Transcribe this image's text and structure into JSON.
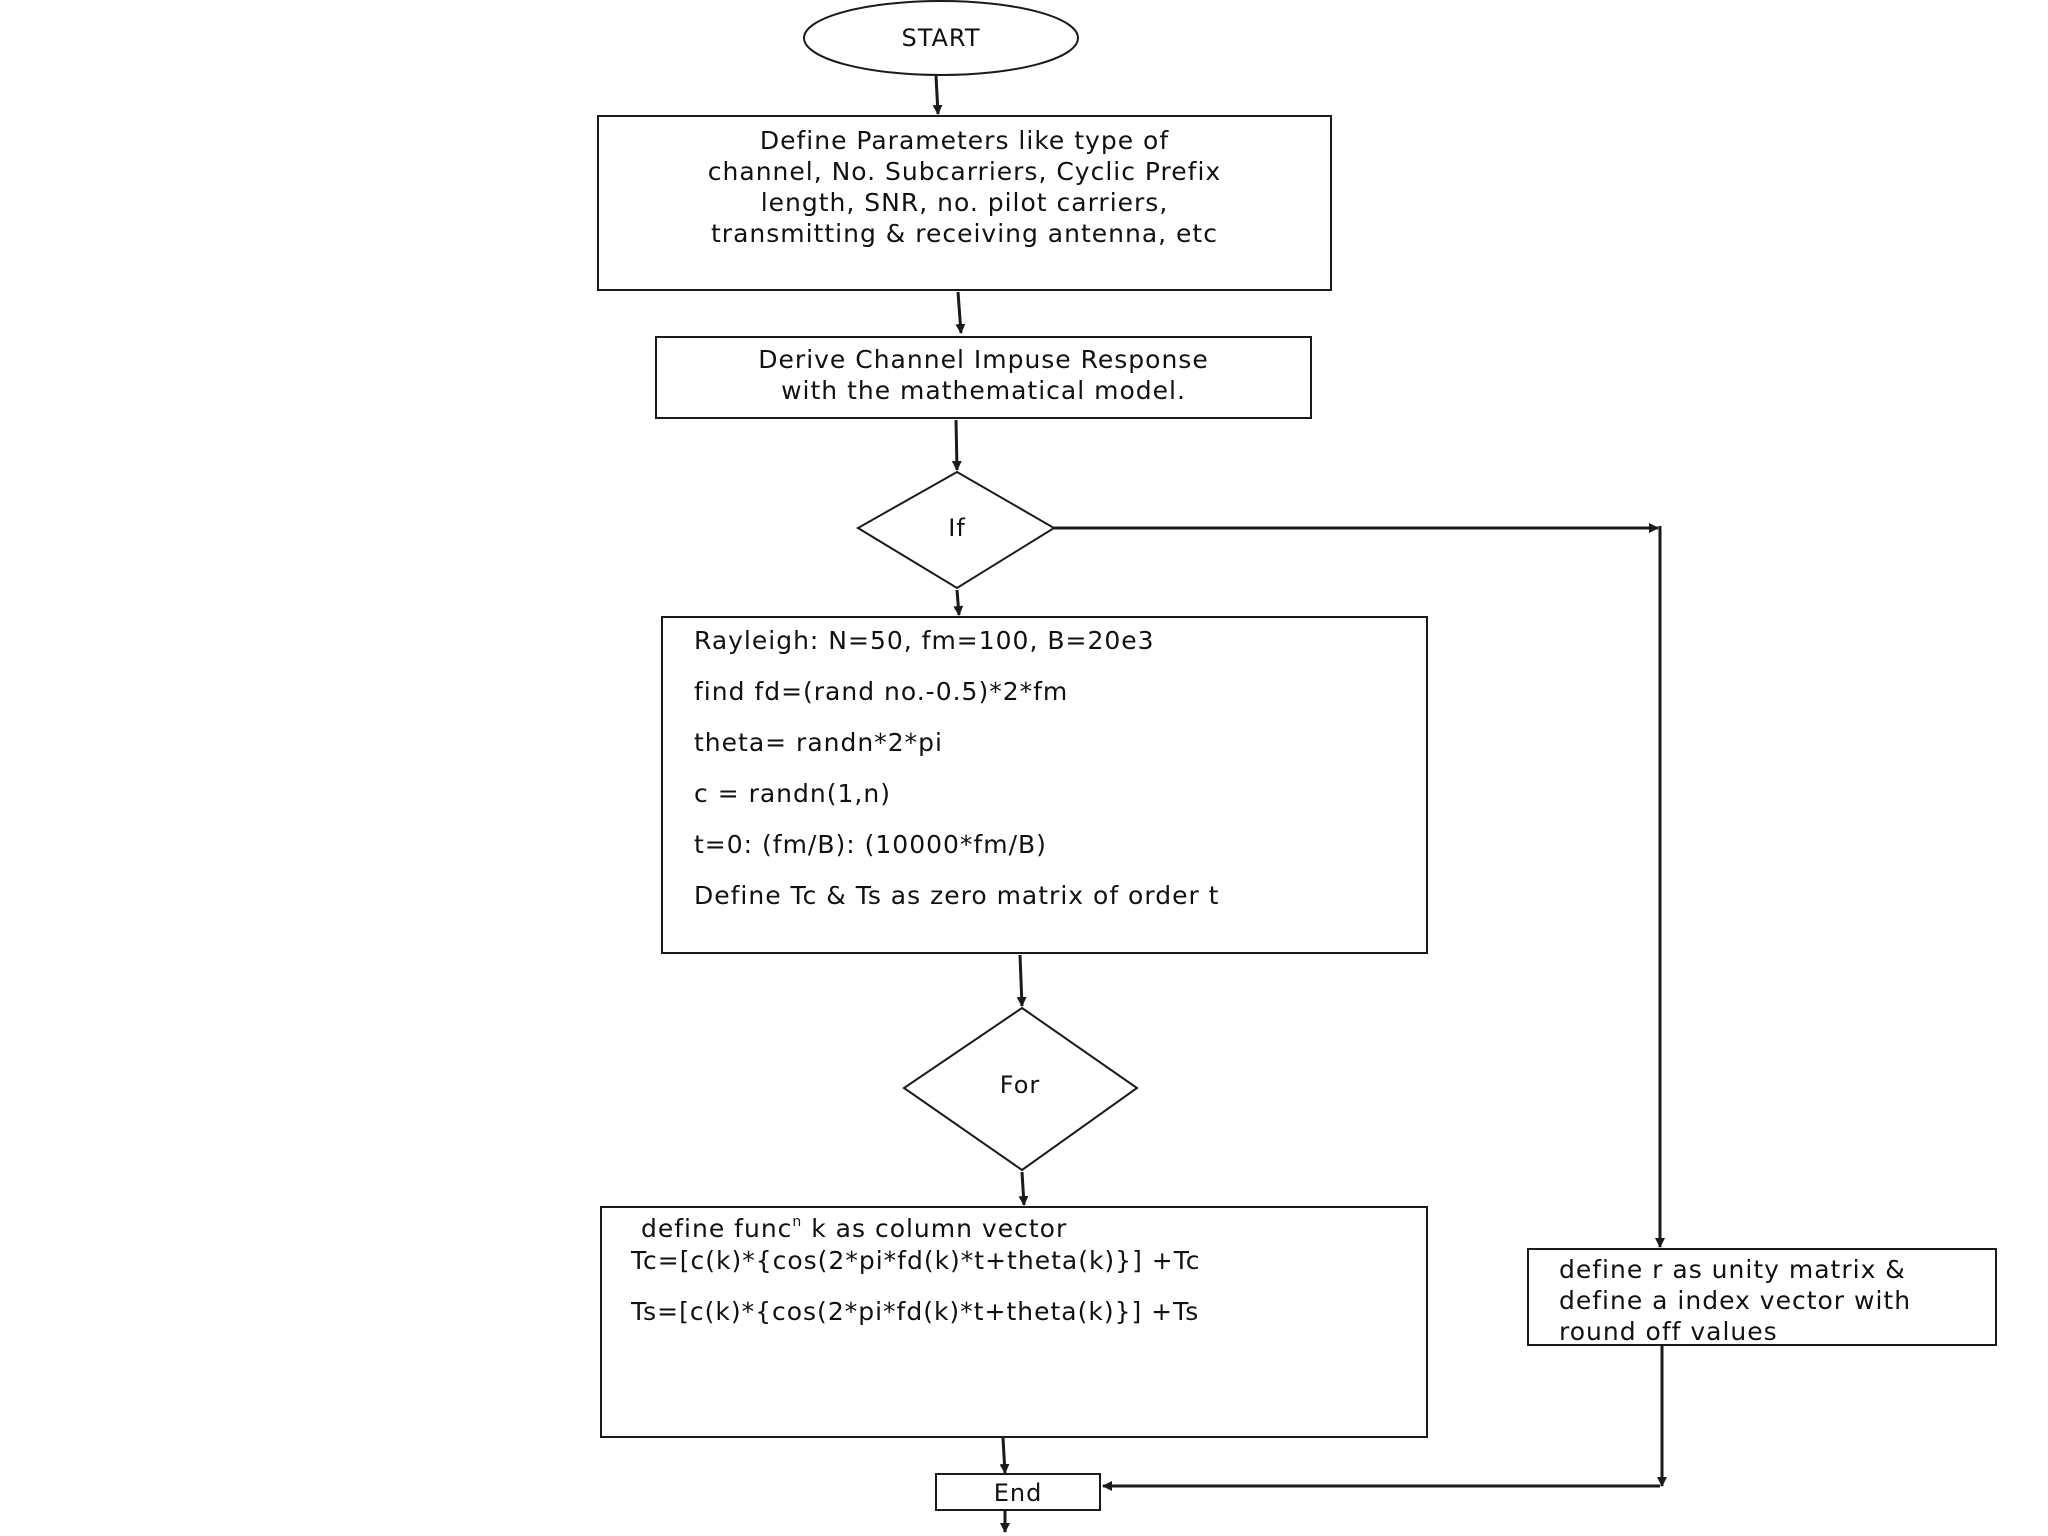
{
  "flowchart": {
    "start": "START",
    "define_params": [
      "Define Parameters like type of",
      "channel, No. Subcarriers, Cyclic Prefix",
      "length, SNR, no. pilot carriers,",
      "transmitting & receiving antenna, etc"
    ],
    "derive_cir": [
      "Derive Channel Impuse Response",
      "with the mathematical model."
    ],
    "if_label": "If",
    "rayleigh_block": [
      "Rayleigh: N=50, fm=100, B=20e3",
      "find fd=(rand no.-0.5)*2*fm",
      "theta= randn*2*pi",
      "c = randn(1,n)",
      "t=0: (fm/B): (10000*fm/B)",
      "Define Tc & Ts as zero matrix of order t"
    ],
    "for_label": "For",
    "loop_block": {
      "line1_prefix": "define func",
      "line1_sup": "n",
      "line1_suffix": " k as column vector",
      "tc": "Tc=[c(k)*{cos(2*pi*fd(k)*t+theta(k)}] +Tc",
      "ts": "Ts=[c(k)*{cos(2*pi*fd(k)*t+theta(k)}] +Ts"
    },
    "else_block": [
      "define r as unity matrix &",
      "define a index vector with",
      "round off values"
    ],
    "end": "End"
  },
  "colors": {
    "stroke": "#1a1a1a",
    "background": "#ffffff",
    "text": "#111111"
  }
}
